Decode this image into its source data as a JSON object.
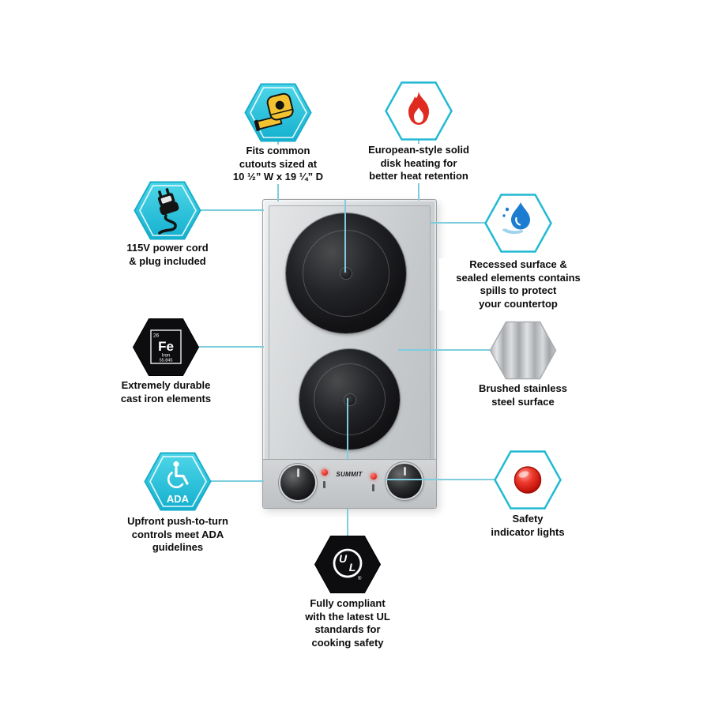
{
  "brand": "SUMMIT",
  "colors": {
    "accent_cyan": "#20b8d4",
    "connector_blue": "#7ecddf",
    "flame_red": "#e02b20",
    "drop_blue": "#1c7cd0",
    "indicator_red": "#e3342a",
    "hex_black": "#0d0d0f"
  },
  "callouts": [
    {
      "id": "cutout-size",
      "icon": "tape-measure-icon",
      "lines": [
        "Fits common",
        "cutouts sized at",
        "10 ½” W x 19 ¼” D"
      ]
    },
    {
      "id": "disk-heating",
      "icon": "flame-icon",
      "lines": [
        "European-style solid",
        "disk heating for",
        "better heat retention"
      ]
    },
    {
      "id": "power-cord",
      "icon": "power-plug-icon",
      "lines": [
        "115V power cord",
        "& plug included"
      ]
    },
    {
      "id": "recessed-surface",
      "icon": "water-drop-icon",
      "lines": [
        "Recessed surface &",
        "sealed elements contains",
        "spills to protect",
        "your countertop"
      ]
    },
    {
      "id": "cast-iron",
      "icon": "iron-element-icon",
      "lines": [
        "Extremely durable",
        "cast iron elements"
      ]
    },
    {
      "id": "stainless-steel",
      "icon": "brushed-steel-icon",
      "lines": [
        "Brushed stainless",
        "steel surface"
      ]
    },
    {
      "id": "ada-controls",
      "icon": "ada-wheelchair-icon",
      "lines": [
        "Upfront push-to-turn",
        "controls meet ADA",
        "guidelines"
      ]
    },
    {
      "id": "indicator-lights",
      "icon": "red-button-icon",
      "lines": [
        "Safety",
        "indicator lights"
      ]
    },
    {
      "id": "ul-compliance",
      "icon": "ul-certification-icon",
      "lines": [
        "Fully compliant",
        "with the latest UL",
        "standards for",
        "cooking safety"
      ]
    }
  ],
  "periodic_tile": {
    "number": "26",
    "symbol": "Fe",
    "name": "Iron",
    "mass": "55.845"
  },
  "ada_badge": "ADA",
  "ul_logo": {
    "u": "U",
    "l": "L",
    "registered": "®"
  }
}
